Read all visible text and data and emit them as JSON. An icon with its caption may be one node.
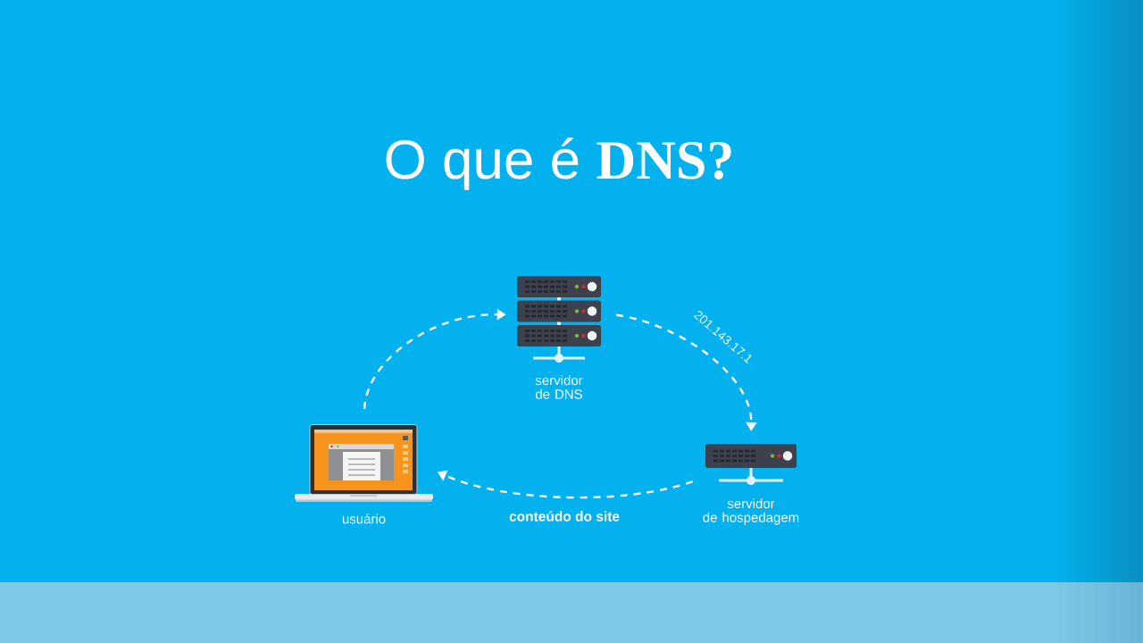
{
  "diagram": {
    "title": "O que é **DNS?**",
    "nodes": [
      {
        "text": [],
        "shape": "picture",
        "beside": [
          "usuário"
        ]
      },
      {
        "text": [],
        "shape": "picture",
        "beside": [
          "servidor de DNS"
        ]
      },
      {
        "text": [],
        "shape": "picture",
        "beside": [
          "servidor de hospedagem"
        ]
      }
    ],
    "edges": [
      {
        "from": 0,
        "to": 1,
        "arrow": "to",
        "style": "dashed"
      },
      {
        "from": 1,
        "to": 2,
        "arrow": "to",
        "style": "dashed",
        "label": "201.143.17.1"
      },
      {
        "from": 2,
        "to": 0,
        "arrow": "to",
        "style": "dashed",
        "label": "conteúdo do site"
      }
    ]
  }
}
